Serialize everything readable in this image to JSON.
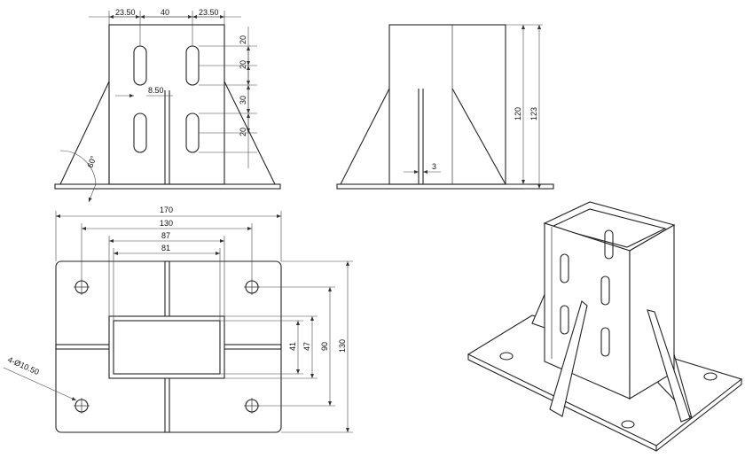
{
  "front_view": {
    "dim_left_offset": "23.50",
    "dim_slot_spacing": "40",
    "dim_right_offset": "23.50",
    "dim_slot_width": "8.50",
    "dim_v1": "20",
    "dim_v2": "20",
    "dim_v3": "30",
    "dim_v4": "20",
    "dim_angle": "60°"
  },
  "side_view": {
    "dim_plate": "3",
    "dim_height_inner": "120",
    "dim_height_total": "123"
  },
  "top_view": {
    "dim_total_width": "170",
    "dim_hole_spacing_x": "130",
    "dim_tube_outer": "87",
    "dim_tube_inner": "81",
    "dim_tube_inner_h": "41",
    "dim_tube_outer_h": "47",
    "dim_hole_spacing_y": "90",
    "dim_total_height": "130",
    "dim_holes": "4-Ø10.50"
  }
}
